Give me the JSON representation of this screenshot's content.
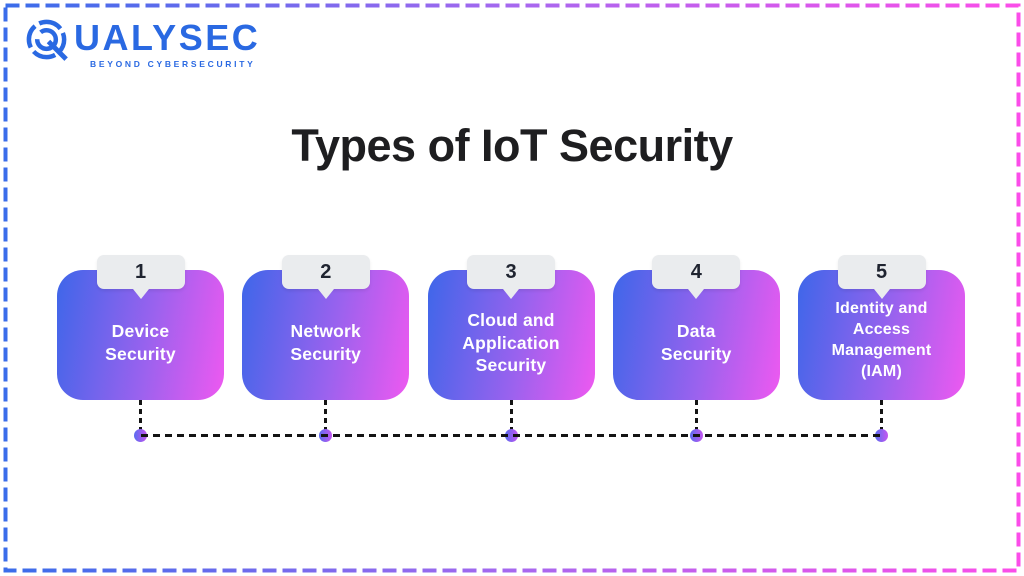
{
  "brand": {
    "name": "QUALYSEC",
    "name_after_icon": "UALYSEC",
    "tagline": "BEYOND CYBERSECURITY"
  },
  "title": "Types of IoT Security",
  "cards": [
    {
      "number": "1",
      "label": "Device\nSecurity"
    },
    {
      "number": "2",
      "label": "Network\nSecurity"
    },
    {
      "number": "3",
      "label": "Cloud and\nApplication\nSecurity"
    },
    {
      "number": "4",
      "label": "Data\nSecurity"
    },
    {
      "number": "5",
      "label": "Identity and\nAccess\nManagement\n(IAM)"
    }
  ],
  "colors": {
    "brand_blue": "#2a69e2",
    "title_text": "#1e1e20",
    "card_gradient_start": "#3e66e9",
    "card_gradient_end": "#ee59f0",
    "badge_bg": "#eaecee",
    "badge_text": "#1f2430",
    "connector": "#141414",
    "dot_gradient_start": "#5a6cf0",
    "dot_gradient_end": "#c455f0",
    "border_gradient_left": "#3a6cea",
    "border_gradient_mid": "#a668ef",
    "border_gradient_right": "#fb4de9"
  }
}
